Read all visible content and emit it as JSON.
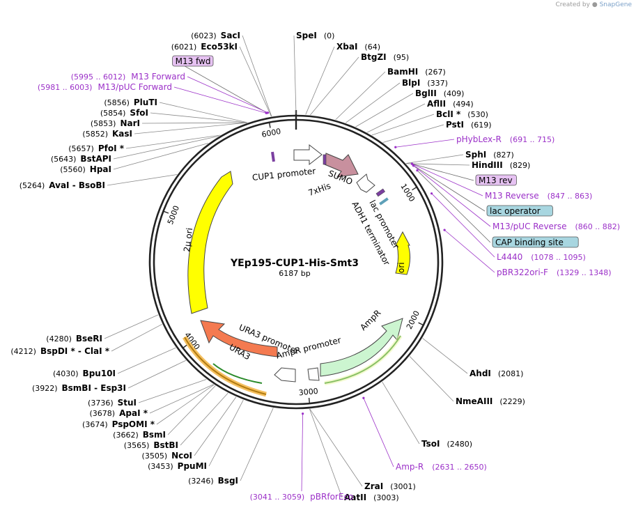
{
  "credit": "Created by",
  "credit_brand": "SnapGene",
  "title": "YEp195-CUP1-His-Smt3",
  "size_label": "6187 bp",
  "total_bp": 6187,
  "colors": {
    "site_label": "#000000",
    "primer": "#9b30c8",
    "line": "#777777",
    "backbone": "#222222"
  },
  "ticks": [
    {
      "bp": 1000,
      "label": "1000"
    },
    {
      "bp": 2000,
      "label": "2000"
    },
    {
      "bp": 3000,
      "label": "3000"
    },
    {
      "bp": 4000,
      "label": "4000"
    },
    {
      "bp": 5000,
      "label": "5000"
    },
    {
      "bp": 6000,
      "label": "6000"
    }
  ],
  "sites": [
    {
      "name": "SacI",
      "pos": "(6023)",
      "bp": 6023,
      "side": "L"
    },
    {
      "name": "Eco53kI",
      "pos": "(6021)",
      "bp": 6021,
      "side": "L"
    },
    {
      "name": "SpeI",
      "pos": "(0)",
      "bp": 0,
      "side": "R"
    },
    {
      "name": "XbaI",
      "pos": "(64)",
      "bp": 64,
      "side": "R"
    },
    {
      "name": "BtgZI",
      "pos": "(95)",
      "bp": 95,
      "side": "R"
    },
    {
      "name": "BamHI",
      "pos": "(267)",
      "bp": 267,
      "side": "R"
    },
    {
      "name": "BlpI",
      "pos": "(337)",
      "bp": 337,
      "side": "R"
    },
    {
      "name": "BglII",
      "pos": "(409)",
      "bp": 409,
      "side": "R"
    },
    {
      "name": "AflII",
      "pos": "(494)",
      "bp": 494,
      "side": "R"
    },
    {
      "name": "BclI *",
      "pos": "(530)",
      "bp": 530,
      "side": "R"
    },
    {
      "name": "PstI",
      "pos": "(619)",
      "bp": 619,
      "side": "R"
    },
    {
      "name": "SphI",
      "pos": "(827)",
      "bp": 827,
      "side": "R"
    },
    {
      "name": "HindIII",
      "pos": "(829)",
      "bp": 829,
      "side": "R"
    },
    {
      "name": "PluTI",
      "pos": "(5856)",
      "bp": 5856,
      "side": "L"
    },
    {
      "name": "SfoI",
      "pos": "(5854)",
      "bp": 5854,
      "side": "L"
    },
    {
      "name": "NarI",
      "pos": "(5853)",
      "bp": 5853,
      "side": "L"
    },
    {
      "name": "KasI",
      "pos": "(5852)",
      "bp": 5852,
      "side": "L"
    },
    {
      "name": "PfoI *",
      "pos": "(5657)",
      "bp": 5657,
      "side": "L"
    },
    {
      "name": "BstAPI",
      "pos": "(5643)",
      "bp": 5643,
      "side": "L"
    },
    {
      "name": "HpaI",
      "pos": "(5560)",
      "bp": 5560,
      "side": "L"
    },
    {
      "name": "AvaI - BsoBI",
      "pos": "(5264)",
      "bp": 5264,
      "side": "L"
    },
    {
      "name": "AhdI",
      "pos": "(2081)",
      "bp": 2081,
      "side": "R"
    },
    {
      "name": "NmeAIII",
      "pos": "(2229)",
      "bp": 2229,
      "side": "R"
    },
    {
      "name": "TsoI",
      "pos": "(2480)",
      "bp": 2480,
      "side": "R"
    },
    {
      "name": "ZraI",
      "pos": "(3001)",
      "bp": 3001,
      "side": "R"
    },
    {
      "name": "AatII",
      "pos": "(3003)",
      "bp": 3003,
      "side": "R"
    },
    {
      "name": "BsgI",
      "pos": "(3246)",
      "bp": 3246,
      "side": "L"
    },
    {
      "name": "PpuMI",
      "pos": "(3453)",
      "bp": 3453,
      "side": "L"
    },
    {
      "name": "NcoI",
      "pos": "(3505)",
      "bp": 3505,
      "side": "L"
    },
    {
      "name": "BstBI",
      "pos": "(3565)",
      "bp": 3565,
      "side": "L"
    },
    {
      "name": "BsmI",
      "pos": "(3662)",
      "bp": 3662,
      "side": "L"
    },
    {
      "name": "PspOMI *",
      "pos": "(3674)",
      "bp": 3674,
      "side": "L"
    },
    {
      "name": "ApaI *",
      "pos": "(3678)",
      "bp": 3678,
      "side": "L"
    },
    {
      "name": "StuI",
      "pos": "(3736)",
      "bp": 3736,
      "side": "L"
    },
    {
      "name": "BsmBI - Esp3I",
      "pos": "(3922)",
      "bp": 3922,
      "side": "L"
    },
    {
      "name": "Bpu10I",
      "pos": "(4030)",
      "bp": 4030,
      "side": "L"
    },
    {
      "name": "BspDI * - ClaI *",
      "pos": "(4212)",
      "bp": 4212,
      "side": "L"
    },
    {
      "name": "BseRI",
      "pos": "(4280)",
      "bp": 4280,
      "side": "L"
    }
  ],
  "primers": [
    {
      "name": "M13 fwd",
      "boxed": true,
      "box_color": "#e6c2f2",
      "bp": 5998
    },
    {
      "name": "M13 Forward",
      "range": "(5995 .. 6012)",
      "bp": 6003
    },
    {
      "name": "M13/pUC Forward",
      "range": "(5981 .. 6003)",
      "bp": 5992
    },
    {
      "name": "pHybLex-R",
      "range": "(691 .. 715)",
      "bp": 703
    },
    {
      "name": "M13 rev",
      "boxed": true,
      "box_color": "#e6c2f2",
      "bp": 855
    },
    {
      "name": "M13 Reverse",
      "range": "(847 .. 863)",
      "bp": 855
    },
    {
      "name": "lac operator",
      "boxed": true,
      "box_color": "#a8d6e0",
      "bp": 868
    },
    {
      "name": "M13/pUC Reverse",
      "range": "(860 .. 882)",
      "bp": 871
    },
    {
      "name": "CAP binding site",
      "boxed": true,
      "box_color": "#a8d6e0",
      "bp": 910
    },
    {
      "name": "L4440",
      "range": "(1078 .. 1095)",
      "bp": 1086
    },
    {
      "name": "pBR322ori-F",
      "range": "(1329 .. 1348)",
      "bp": 1338
    },
    {
      "name": "Amp-R",
      "range": "(2631 .. 2650)",
      "bp": 2640
    },
    {
      "name": "pBRforEco",
      "range": "(3041 .. 3059)",
      "bp": 3050
    }
  ],
  "features": [
    {
      "name": "CUP1 promoter",
      "color": "#ffffff"
    },
    {
      "name": "7xHis",
      "color": "#7b3fa0"
    },
    {
      "name": "SUMO",
      "color": "#c8909e"
    },
    {
      "name": "lac promoter",
      "color": "#ffffff"
    },
    {
      "name": "ADH1 terminator",
      "color": "#8a8a8a"
    },
    {
      "name": "ori",
      "color": "#ffff00"
    },
    {
      "name": "AmpR",
      "color": "#ccf5d0"
    },
    {
      "name": "AmpR promoter",
      "color": "#ffffff"
    },
    {
      "name": "URA3 promoter",
      "color": "#ffffff"
    },
    {
      "name": "URA3",
      "color": "#f47a50"
    },
    {
      "name": "2μ ori",
      "color": "#ffff00"
    }
  ]
}
